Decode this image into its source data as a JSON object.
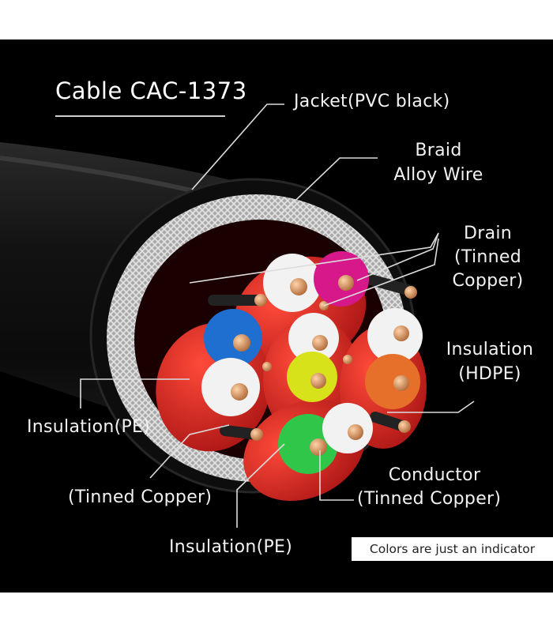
{
  "title": "Cable CAC-1373",
  "labels": {
    "jacket": "Jacket(PVC black)",
    "braid_line1": "Braid",
    "braid_line2": "Alloy Wire",
    "drain_line1": "Drain",
    "drain_line2": "(Tinned",
    "drain_line3": "Copper)",
    "insulation_hdpe_line1": "Insulation",
    "insulation_hdpe_line2": "(HDPE)",
    "insulation_pe_left": "Insulation(PE)",
    "tinned_copper_left": "(Tinned Copper)",
    "insulation_pe_bottom": "Insulation(PE)",
    "conductor_line1": "Conductor",
    "conductor_line2": "(Tinned Copper)"
  },
  "note": "Colors are just an indicator",
  "colors": {
    "background": "#000000",
    "page": "#ffffff",
    "jacket": "#1a1a1a",
    "braid": "#c8c8c8",
    "pair_wrap": "#d41e1e",
    "conductor": "#d9935f",
    "drain": "#c98a5a",
    "leader_line": "#dcdcdc",
    "insulation_white": "#f2f2f2",
    "insulation_magenta": "#d6188a",
    "insulation_blue": "#1f6fd0",
    "insulation_yellow": "#d8e21a",
    "insulation_orange": "#e6702a",
    "insulation_green": "#2fc64a"
  }
}
